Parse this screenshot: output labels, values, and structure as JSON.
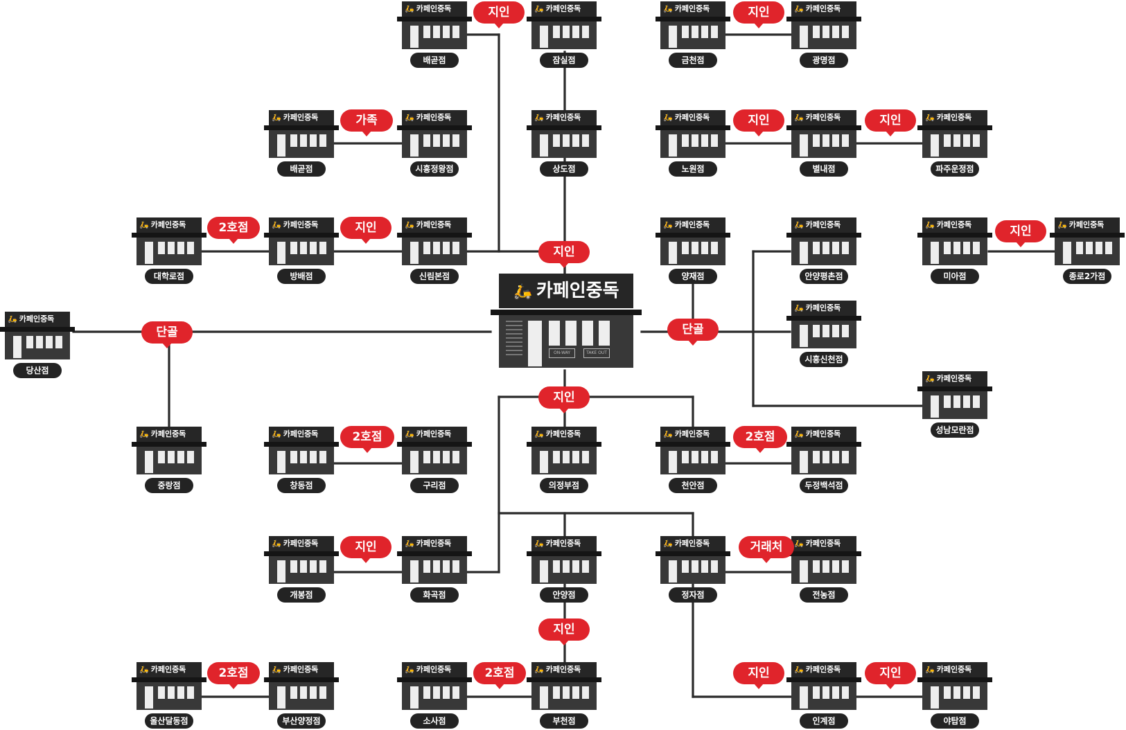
{
  "hq": {
    "brand": "카페인중독",
    "counter_left": "ON-WAY",
    "counter_right": "TAKE OUT"
  },
  "store_brand": "카페인중독",
  "stores": [
    {
      "id": "baegol-top",
      "name": "배곧점"
    },
    {
      "id": "jamsil",
      "name": "잠실점"
    },
    {
      "id": "geumcheon",
      "name": "금천점"
    },
    {
      "id": "gwangmyeong",
      "name": "광명점"
    },
    {
      "id": "baegol-mid",
      "name": "배곧점"
    },
    {
      "id": "siheungjeongwang",
      "name": "시흥정왕점"
    },
    {
      "id": "sangdo",
      "name": "상도점"
    },
    {
      "id": "nowon",
      "name": "노원점"
    },
    {
      "id": "byeollae",
      "name": "별내점"
    },
    {
      "id": "pajuunjeong",
      "name": "파주운정점"
    },
    {
      "id": "daehakro",
      "name": "대학로점"
    },
    {
      "id": "bangbae",
      "name": "방배점"
    },
    {
      "id": "sillimbon",
      "name": "신림본점"
    },
    {
      "id": "yangjae",
      "name": "양재점"
    },
    {
      "id": "anyangpyeongchon",
      "name": "안양평촌점"
    },
    {
      "id": "mia",
      "name": "미아점"
    },
    {
      "id": "jongno2ga",
      "name": "종로2가점"
    },
    {
      "id": "dangsan",
      "name": "당산점"
    },
    {
      "id": "siheungsincheon",
      "name": "시흥신천점"
    },
    {
      "id": "seongnammoran",
      "name": "성남모란점"
    },
    {
      "id": "jungnang",
      "name": "중랑점"
    },
    {
      "id": "changdong",
      "name": "창동점"
    },
    {
      "id": "guri",
      "name": "구리점"
    },
    {
      "id": "uijeongbu",
      "name": "의정부점"
    },
    {
      "id": "cheonan",
      "name": "천안점"
    },
    {
      "id": "dujeongbaekseok",
      "name": "두정백석점"
    },
    {
      "id": "gaebong",
      "name": "개봉점"
    },
    {
      "id": "hwagok",
      "name": "화곡점"
    },
    {
      "id": "anyang",
      "name": "안양점"
    },
    {
      "id": "jeongja",
      "name": "정자점"
    },
    {
      "id": "jinnong",
      "name": "전농점"
    },
    {
      "id": "ulsandaldong",
      "name": "울산달동점"
    },
    {
      "id": "busanyangjeong",
      "name": "부산양정점"
    },
    {
      "id": "sosa",
      "name": "소사점"
    },
    {
      "id": "bucheon",
      "name": "부천점"
    },
    {
      "id": "ingye",
      "name": "인계점"
    },
    {
      "id": "yatap",
      "name": "야탑점"
    }
  ],
  "tags": [
    {
      "id": "t1",
      "text": "지인"
    },
    {
      "id": "t2",
      "text": "지인"
    },
    {
      "id": "t3",
      "text": "가족"
    },
    {
      "id": "t4",
      "text": "지인"
    },
    {
      "id": "t5",
      "text": "지인"
    },
    {
      "id": "t6",
      "text": "2호점"
    },
    {
      "id": "t7",
      "text": "지인"
    },
    {
      "id": "t8",
      "text": "지인"
    },
    {
      "id": "t9",
      "text": "지인"
    },
    {
      "id": "t10",
      "text": "단골"
    },
    {
      "id": "t11",
      "text": "단골"
    },
    {
      "id": "t12",
      "text": "지인"
    },
    {
      "id": "t13",
      "text": "2호점"
    },
    {
      "id": "t14",
      "text": "2호점"
    },
    {
      "id": "t15",
      "text": "지인"
    },
    {
      "id": "t16",
      "text": "거래처"
    },
    {
      "id": "t17",
      "text": "지인"
    },
    {
      "id": "t18",
      "text": "2호점"
    },
    {
      "id": "t19",
      "text": "2호점"
    },
    {
      "id": "t20",
      "text": "지인"
    },
    {
      "id": "t21",
      "text": "지인"
    }
  ],
  "colors": {
    "tag": "#e0242b",
    "store": "#262626",
    "line": "#2a2a2a",
    "background": "#ffffff"
  }
}
